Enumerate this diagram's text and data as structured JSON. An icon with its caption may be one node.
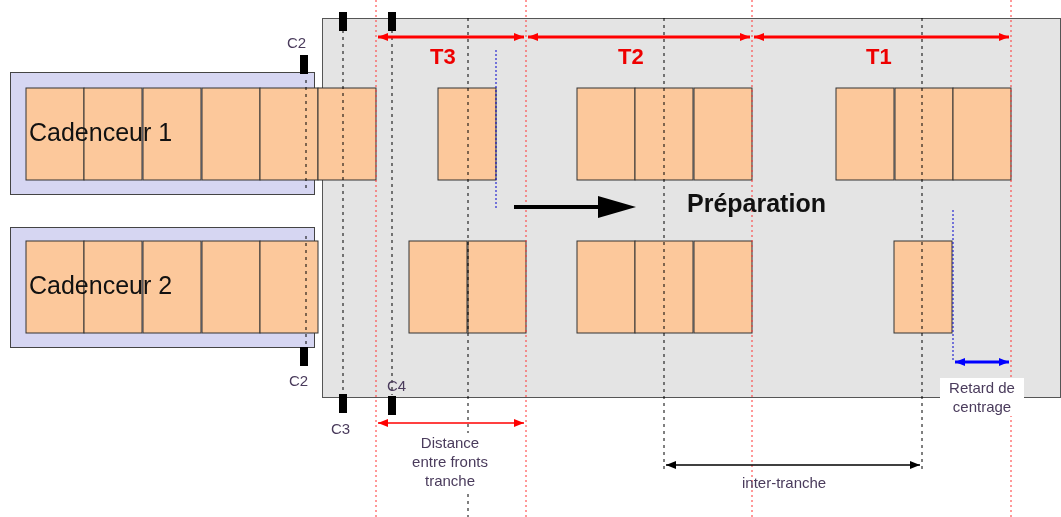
{
  "diagram": {
    "nodes": [
      {
        "text": [
          "Préparation"
        ]
      },
      {
        "text": [
          "Cadenceur 1"
        ]
      },
      {
        "text": [
          "Cadenceur 2"
        ]
      }
    ],
    "labels": [
      "C2",
      "T3",
      "T2",
      "T1",
      "C2",
      "C4",
      "C3",
      "Distance entre fronts tranche",
      "inter-tranche",
      "Retard de centrage"
    ]
  }
}
